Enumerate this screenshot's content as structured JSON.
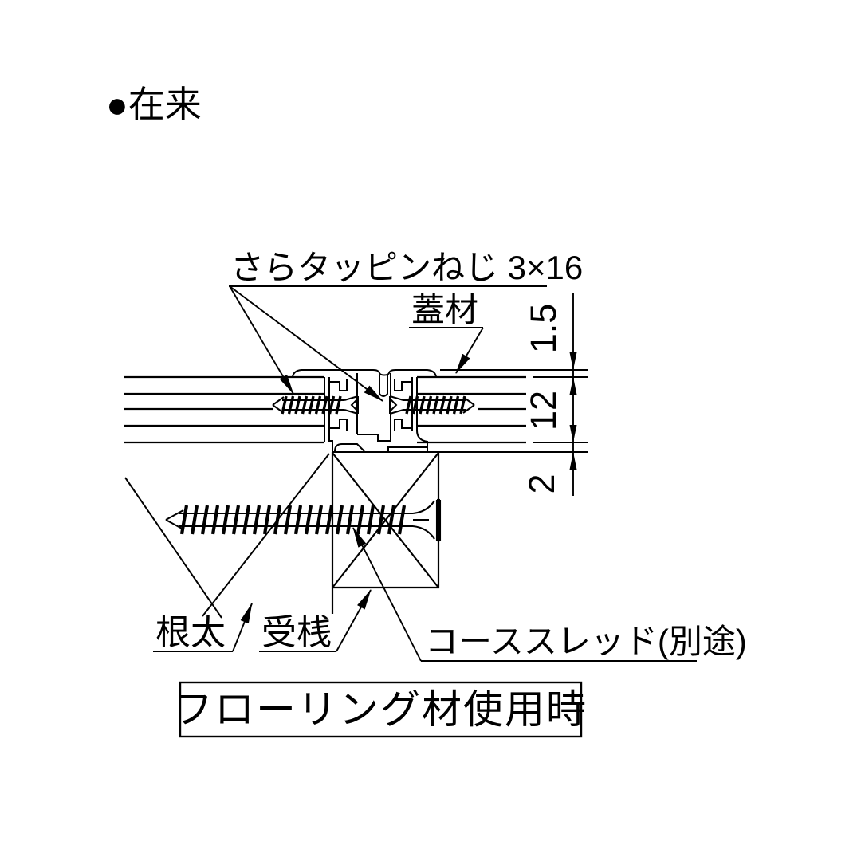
{
  "figure": {
    "heading": "●在来",
    "caption": "フローリング材使用時",
    "labels": {
      "tapping_screw": "さらタッピンねじ 3×16",
      "cover_material": "蓋材",
      "joist": "根太",
      "batten": "受桟",
      "coarse_thread_screw": "コーススレッド(別途)"
    },
    "dimensions": {
      "cover_protrusion_mm": "1.5",
      "flooring_thickness_mm": "12",
      "base_plate_mm": "2"
    },
    "colors": {
      "line": "#000000",
      "background": "#ffffff"
    }
  }
}
